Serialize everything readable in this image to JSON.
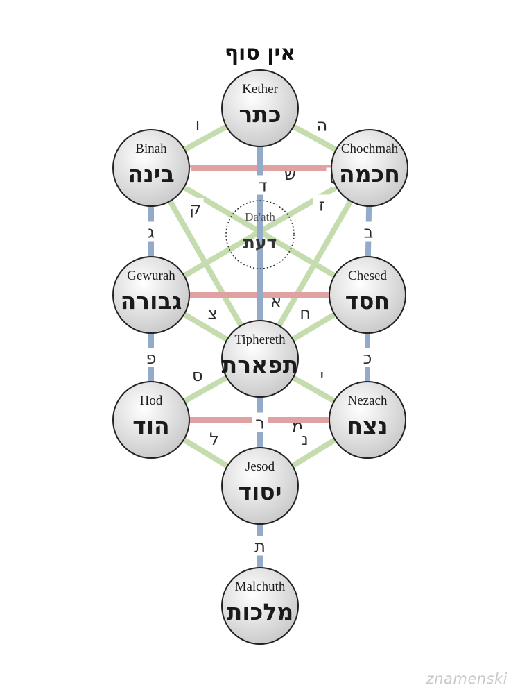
{
  "title": "אין סוף",
  "colors": {
    "vertical_path": "#93abc8",
    "horizontal_path": "#dfa1a1",
    "diagonal_path": "#c5dcae",
    "circle_stroke": "#222222",
    "circle_fill_light": "#ffffff",
    "circle_fill_dark": "#c8c8c8"
  },
  "sephiroth": [
    {
      "id": "kether",
      "name": "Kether",
      "hebrew": "כתר"
    },
    {
      "id": "chochmah",
      "name": "Chochmah",
      "hebrew": "חכמה"
    },
    {
      "id": "binah",
      "name": "Binah",
      "hebrew": "בינה"
    },
    {
      "id": "chesed",
      "name": "Chesed",
      "hebrew": "חסד"
    },
    {
      "id": "gewurah",
      "name": "Gewurah",
      "hebrew": "גבורה"
    },
    {
      "id": "tiphereth",
      "name": "Tiphereth",
      "hebrew": "תפארת"
    },
    {
      "id": "nezach",
      "name": "Nezach",
      "hebrew": "נצח"
    },
    {
      "id": "hod",
      "name": "Hod",
      "hebrew": "הוד"
    },
    {
      "id": "jesod",
      "name": "Jesod",
      "hebrew": "יסוד"
    },
    {
      "id": "malchuth",
      "name": "Malchuth",
      "hebrew": "מלכות"
    }
  ],
  "daath": {
    "name": "Da'ath",
    "hebrew": "דעת"
  },
  "paths": [
    {
      "from": "kether",
      "to": "binah",
      "kind": "diagonal",
      "letter": "ו"
    },
    {
      "from": "kether",
      "to": "chochmah",
      "kind": "diagonal",
      "letter": "ה"
    },
    {
      "from": "kether",
      "to": "tiphereth",
      "kind": "vertical",
      "letter": "ד"
    },
    {
      "from": "binah",
      "to": "chochmah",
      "kind": "horizontal",
      "letter": "ש"
    },
    {
      "from": "binah",
      "to": "gewurah",
      "kind": "vertical",
      "letter": "ג"
    },
    {
      "from": "chochmah",
      "to": "chesed",
      "kind": "vertical",
      "letter": "ב"
    },
    {
      "from": "binah",
      "to": "tiphereth",
      "kind": "diagonal",
      "letter": "ק"
    },
    {
      "from": "chochmah",
      "to": "tiphereth",
      "kind": "diagonal",
      "letter": "ז"
    },
    {
      "from": "binah",
      "to": "chesed",
      "kind": "diagonal",
      "letter": "ע"
    },
    {
      "from": "chochmah",
      "to": "gewurah",
      "kind": "diagonal",
      "letter": "ט"
    },
    {
      "from": "gewurah",
      "to": "chesed",
      "kind": "horizontal",
      "letter": "א"
    },
    {
      "from": "gewurah",
      "to": "tiphereth",
      "kind": "diagonal",
      "letter": "צ"
    },
    {
      "from": "chesed",
      "to": "tiphereth",
      "kind": "diagonal",
      "letter": "ח"
    },
    {
      "from": "gewurah",
      "to": "hod",
      "kind": "vertical",
      "letter": "פ"
    },
    {
      "from": "chesed",
      "to": "nezach",
      "kind": "vertical",
      "letter": "כ"
    },
    {
      "from": "tiphereth",
      "to": "hod",
      "kind": "diagonal",
      "letter": "ס"
    },
    {
      "from": "tiphereth",
      "to": "nezach",
      "kind": "diagonal",
      "letter": "י"
    },
    {
      "from": "hod",
      "to": "nezach",
      "kind": "horizontal",
      "letter": "מ"
    },
    {
      "from": "tiphereth",
      "to": "jesod",
      "kind": "vertical",
      "letter": "ר"
    },
    {
      "from": "hod",
      "to": "jesod",
      "kind": "diagonal",
      "letter": "ל"
    },
    {
      "from": "nezach",
      "to": "jesod",
      "kind": "diagonal",
      "letter": "נ"
    },
    {
      "from": "jesod",
      "to": "malchuth",
      "kind": "vertical",
      "letter": "ת"
    }
  ],
  "watermark": "znamenski"
}
